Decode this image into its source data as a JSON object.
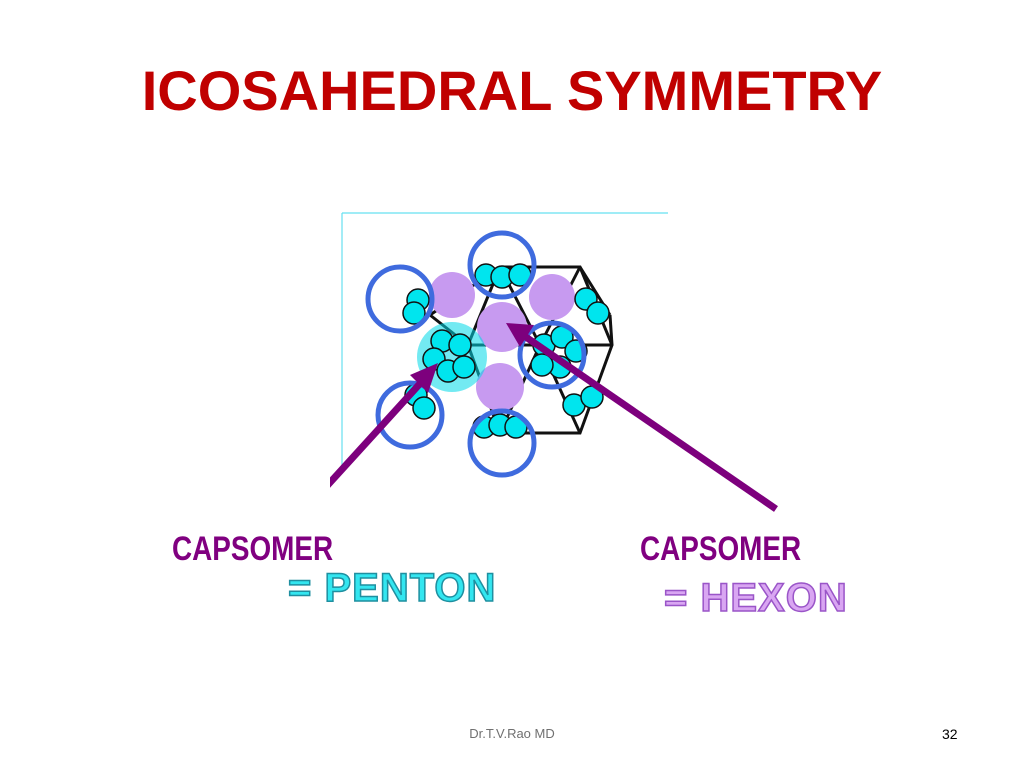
{
  "slide": {
    "title": "ICOSAHEDRAL SYMMETRY",
    "label_left_line1": "CAPSOMER",
    "label_left_line2": "= PENTON",
    "label_right_line1": "CAPSOMER",
    "label_right_line2": "= HEXON",
    "footer": "Dr.T.V.Rao MD",
    "page_number": "32"
  },
  "colors": {
    "title": "#c00000",
    "capsomer_text": "#800080",
    "penton_text": "#33e6f0",
    "hexon_text": "#d9a6f2",
    "arrow": "#7d007d",
    "penton_sphere": "#00e5ee",
    "hexon_sphere": "#c79af0",
    "ring": "#3f6bde"
  }
}
